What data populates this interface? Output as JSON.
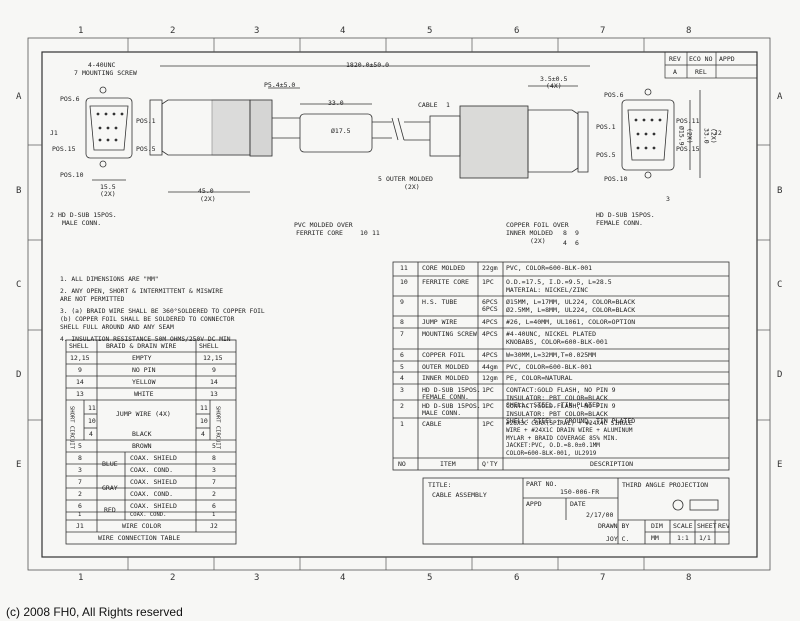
{
  "grid": {
    "cols": [
      "1",
      "2",
      "3",
      "4",
      "5",
      "6",
      "7",
      "8"
    ],
    "rows": [
      "A",
      "B",
      "C",
      "D",
      "E"
    ]
  },
  "revision": {
    "headers": [
      "REV",
      "ECO NO",
      "APPD"
    ],
    "row": [
      "A",
      "REL"
    ]
  },
  "labels": {
    "mounting_screw": "4-40UNC",
    "mounting_screw2": "MOUNTING SCREW",
    "mounting_screw_tag": "7",
    "overall_len": "1820.0±50.0",
    "ferrite_dim": "P5.4±5.0",
    "ferrite_len": "33.0",
    "ferrite_dia": "Ø17.5",
    "dim_3": "3.5±0.5",
    "dim_3b": "(4X)",
    "cable": "CABLE",
    "cable_tag": "1",
    "pos6_l": "POS.6",
    "pos1_l": "POS.1",
    "pos15_l": "POS.15",
    "pos5_l": "POS.5",
    "pos10_l": "POS.10",
    "j1": "J1",
    "w155": "15.5",
    "w155b": "(2X)",
    "hd_male": "HD D-SUB 15POS.",
    "hd_male2": "MALE CONN.",
    "hd_male_tag": "2",
    "len45": "45.0",
    "len45b": "(2X)",
    "pvc_ferrite": "PVC MOLDED OVER",
    "pvc_ferrite2": "FERRITE CORE",
    "pvc_tag1": "10",
    "pvc_tag2": "11",
    "outer_molded": "OUTER MOLDED",
    "outer_molded_tag": "5",
    "outer_molded2": "(2X)",
    "copper_foil": "COPPER FOIL OVER",
    "copper_foil2": "INNER MOLDED",
    "copper_foil3": "(2X)",
    "tag8": "8",
    "tag9": "9",
    "tag4": "4",
    "tag6": "6",
    "pos6_r": "POS.6",
    "pos11_r": "POS.11",
    "pos15_r": "POS.15",
    "pos10_r": "POS.10",
    "pos1_r": "POS.1",
    "pos5_r": "POS.5",
    "j2": "J2",
    "hd_female": "HD D-SUB 15POS.",
    "hd_female2": "FEMALE CONN.",
    "hd_female_tag": "3",
    "dim_v1": "Ø15.9",
    "dim_v1b": "(2X)",
    "dim_v2": "33.0",
    "dim_v2b": "(2X)"
  },
  "notes": [
    "1. ALL DIMENSIONS ARE \"MM\"",
    "2. ANY OPEN, SHORT & INTERMITTENT & MISWIRE",
    "   ARE NOT PERMITTED",
    "3. (a) BRAID WIRE SHALL BE 360°SOLDERED TO COPPER FOIL",
    "   (b) COPPER FOIL SHALL BE SOLDERED TO CONNECTOR",
    "   SHELL FULL AROUND AND ANY SEAM",
    "4. INSULATION RESISTANCE 50M OHMS/250V DC MIN"
  ],
  "wire_table": {
    "headers": [
      "SHELL",
      "BRAID & DRAIN WIRE",
      "SHELL"
    ],
    "rows": [
      {
        "l": "12,15",
        "m": "EMPTY",
        "r": "12,15"
      },
      {
        "l": "9",
        "m": "NO PIN",
        "r": "9"
      },
      {
        "l": "14",
        "m": "YELLOW",
        "r": "14"
      },
      {
        "l": "13",
        "m": "WHITE",
        "r": "13"
      },
      {
        "l": "11",
        "m": "JUMP WIRE (4X)",
        "r": "11"
      },
      {
        "l": "10",
        "m": "",
        "r": "10"
      },
      {
        "l": "4",
        "m": "BLACK",
        "r": "4"
      },
      {
        "l": "5",
        "m": "BROWN",
        "r": "5"
      },
      {
        "l": "8",
        "g": "BLUE",
        "m": "COAX. SHIELD",
        "r": "8"
      },
      {
        "l": "3",
        "g": "",
        "m": "COAX. COND.",
        "r": "3"
      },
      {
        "l": "7",
        "g": "GRAY",
        "m": "COAX. SHIELD",
        "r": "7"
      },
      {
        "l": "2",
        "g": "",
        "m": "COAX. COND.",
        "r": "2"
      },
      {
        "l": "6",
        "g": "RED",
        "m": "COAX. SHIELD",
        "r": "6"
      },
      {
        "l": "1",
        "g": "",
        "m": "COAX. COND.",
        "r": "1"
      },
      {
        "l": "J1",
        "m": "WIRE COLOR",
        "r": "J2"
      }
    ],
    "short_left": "SHORT CIRCUIT",
    "short_right": "SHORT CIRCUIT",
    "footer": "WIRE CONNECTION TABLE"
  },
  "bom": {
    "rows": [
      {
        "no": "11",
        "item": "CORE MOLDED",
        "qty": "22gm",
        "desc": [
          "PVC, COLOR=600-BLK-001"
        ]
      },
      {
        "no": "10",
        "item": "FERRITE CORE",
        "qty": "1PC",
        "desc": [
          "O.D.=17.5, I.D.=9.5, L=28.5",
          "MATERIAL: NICKEL/ZINC"
        ]
      },
      {
        "no": "9",
        "item": "H.S. TUBE",
        "qty": "6PCS\n6PCS",
        "desc": [
          "Ø15MM, L=17MM, UL224, COLOR=BLACK",
          "Ø2.5MM, L=8MM, UL224, COLOR=BLACK"
        ]
      },
      {
        "no": "8",
        "item": "JUMP WIRE",
        "qty": "4PCS",
        "desc": [
          "#26, L=40MM, UL1061, COLOR=OPTION"
        ]
      },
      {
        "no": "7",
        "item": "MOUNTING SCREW",
        "qty": "4PCS",
        "desc": [
          "#4-40UNC, NICKEL PLATED",
          "KNOBABS, COLOR=600-BLK-001"
        ]
      },
      {
        "no": "6",
        "item": "COPPER FOIL",
        "qty": "4PCS",
        "desc": [
          "W=30MM,L=32MM,T=0.025MM"
        ]
      },
      {
        "no": "5",
        "item": "OUTER MOLDED",
        "qty": "44gm",
        "desc": [
          "PVC, COLOR=600-BLK-001"
        ]
      },
      {
        "no": "4",
        "item": "INNER MOLDED",
        "qty": "12gm",
        "desc": [
          "PE, COLOR=NATURAL"
        ]
      },
      {
        "no": "3",
        "item": "HD D-SUB 15POS.\nFEMALE CONN.",
        "qty": "1PC",
        "desc": [
          "CONTACT:GOLD FLASH, NO PIN 9",
          "INSULATOR: PBT COLOR=BLACK",
          "SHELL: STEEL, TIN PLATED"
        ]
      },
      {
        "no": "2",
        "item": "HD D-SUB 15POS.\nMALE CONN.",
        "qty": "1PC",
        "desc": [
          "CONTACT:GOLD FLASH, NO PIN 9",
          "INSULATOR: PBT COLOR=BLACK",
          "SHELL: STEEL + GROUND, TIN PLATED"
        ]
      },
      {
        "no": "1",
        "item": "CABLE",
        "qty": "1PC",
        "desc": [
          "#28X3C COAX(SPIRAL) + #24X4C SINGLE",
          "WIRE + #24X1C DRAIN WIRE + ALUMINUM",
          "MYLAR + BRAID COVERAGE 85% MIN.",
          "JACKET:PVC, O.D.=8.0±0.1MM",
          "COLOR=600-BLK-001, UL2919"
        ]
      }
    ],
    "headers": {
      "no": "NO",
      "item": "ITEM",
      "qty": "Q'TY",
      "desc": "DESCRIPTION"
    }
  },
  "title_block": {
    "title_lbl": "TITLE:",
    "title": "CABLE ASSEMBLY",
    "part_lbl": "PART NO.",
    "part": "150-006-FR",
    "appd_lbl": "APPD",
    "date_lbl": "DATE",
    "date": "2/17/00",
    "drawn_lbl": "DRAWN BY",
    "drawn": "JOY C.",
    "projection": "THIRD ANGLE PROJECTION",
    "dim_lbl": "DIM",
    "dim": "MM",
    "scale_lbl": "SCALE",
    "scale": "1:1",
    "sheet_lbl": "SHEET",
    "sheet": "1/1",
    "rev_lbl": "REV"
  },
  "copyright": "(c) 2008 FH0, All Rights reserved"
}
